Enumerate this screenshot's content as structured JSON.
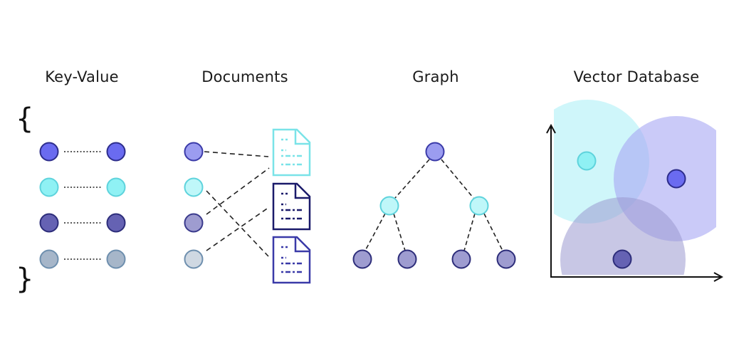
{
  "panels": {
    "key_value": {
      "title": "Key-Value"
    },
    "documents": {
      "title": "Documents"
    },
    "graph": {
      "title": "Graph"
    },
    "vector_database": {
      "title": "Vector Database"
    }
  },
  "braces": {
    "open": "{",
    "close": "}"
  },
  "colors": {
    "blue": "#6a6bf0",
    "cyan": "#8ff1f4",
    "navy": "#6562b3",
    "gray": "#a6b6c9",
    "doc_cyan": "#7ae3e8",
    "doc_navy": "#1a1a6a",
    "doc_blue": "#3a3aa8",
    "outline": "#2d2d8c",
    "cyan_outline": "#5ed3dc",
    "gray_outline": "#6e8fae"
  }
}
